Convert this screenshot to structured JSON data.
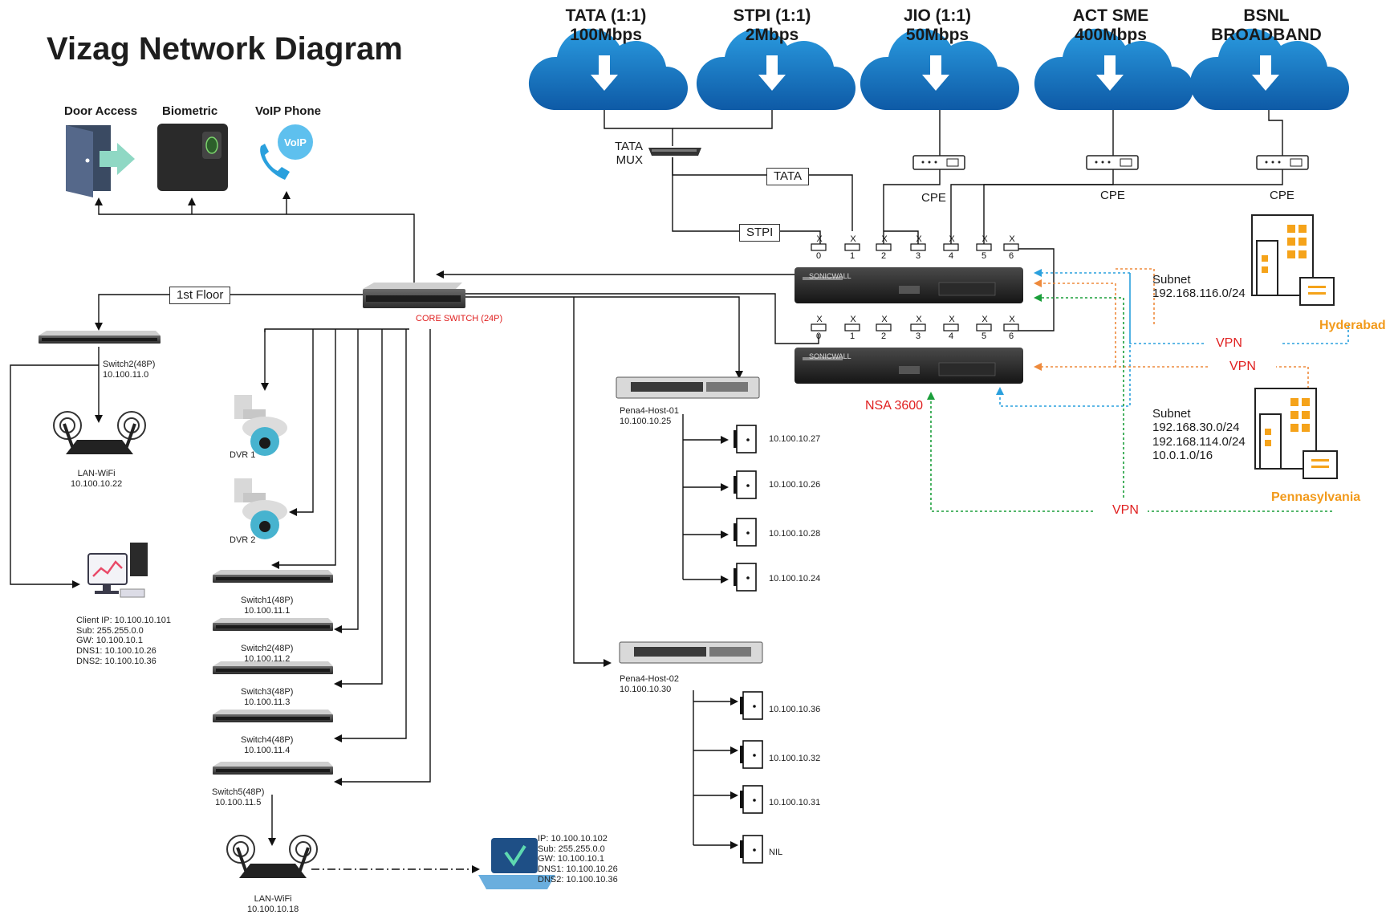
{
  "title": "Vizag Network Diagram",
  "isps": [
    {
      "name": "TATA (1:1)",
      "speed": "100Mbps"
    },
    {
      "name": "STPI (1:1)",
      "speed": "2Mbps"
    },
    {
      "name": "JIO (1:1)",
      "speed": "50Mbps"
    },
    {
      "name": "ACT SME",
      "speed": "400Mbps"
    },
    {
      "name": "BSNL",
      "speed": "BROADBAND"
    }
  ],
  "tata_mux": [
    "TATA",
    "MUX"
  ],
  "cpe_label": "CPE",
  "link_labels": {
    "tata": "TATA",
    "stpi": "STPI",
    "first_floor": "1st Floor"
  },
  "ports": [
    "0",
    "1",
    "2",
    "3",
    "4",
    "5",
    "6"
  ],
  "port_mark": "X",
  "firewall": {
    "label": "NSA 3600",
    "brand": "SONICWALL"
  },
  "devices": {
    "door": "Door Access",
    "biometric": "Biometric",
    "voip": "VoIP Phone",
    "voip_badge": "VoIP"
  },
  "core_switch": "CORE SWITCH (24P)",
  "left_switch": {
    "name": "Switch2(48P)",
    "ip": "10.100.11.0"
  },
  "lan_wifi_1": {
    "name": "LAN-WiFi",
    "ip": "10.100.10.22"
  },
  "client": [
    "Client IP: 10.100.10.101",
    "Sub: 255.255.0.0",
    "GW: 10.100.10.1",
    "DNS1: 10.100.10.26",
    "DNS2: 10.100.10.36"
  ],
  "dvrs": [
    "DVR 1",
    "DVR 2"
  ],
  "floor_switches": [
    {
      "name": "Switch1(48P)",
      "ip": "10.100.11.1"
    },
    {
      "name": "Switch2(48P)",
      "ip": "10.100.11.2"
    },
    {
      "name": "Switch3(48P)",
      "ip": "10.100.11.3"
    },
    {
      "name": "Switch4(48P)",
      "ip": "10.100.11.4"
    },
    {
      "name": "Switch5(48P)",
      "ip": "10.100.11.5"
    }
  ],
  "lan_wifi_2": {
    "name": "LAN-WiFi",
    "ip": "10.100.10.18"
  },
  "laptop": [
    "IP: 10.100.10.102",
    "Sub: 255.255.0.0",
    "GW: 10.100.10.1",
    "DNS1: 10.100.10.26",
    "DNS2: 10.100.10.36"
  ],
  "host1": {
    "name": "Pena4-Host-01",
    "ip": "10.100.10.25",
    "vms": [
      "10.100.10.27",
      "10.100.10.26",
      "10.100.10.28",
      "10.100.10.24"
    ]
  },
  "host2": {
    "name": "Pena4-Host-02",
    "ip": "10.100.10.30",
    "vms": [
      "10.100.10.36",
      "10.100.10.32",
      "10.100.10.31",
      "NIL"
    ]
  },
  "hyderabad": {
    "name": "Hyderabad",
    "subnet_label": "Subnet",
    "subnets": [
      "192.168.116.0/24"
    ]
  },
  "pennsylvania": {
    "name": "Pennasylvania",
    "subnet_label": "Subnet",
    "subnets": [
      "192.168.30.0/24",
      "192.168.114.0/24",
      "10.0.1.0/16"
    ]
  },
  "vpn_label": "VPN",
  "colors": {
    "cloud": "#1a78c2",
    "vpn_blue": "#2aa0dd",
    "vpn_orange": "#ee8a3c",
    "vpn_green": "#1a9e3a",
    "red_text": "#e02020",
    "building": "#f5a31a"
  }
}
